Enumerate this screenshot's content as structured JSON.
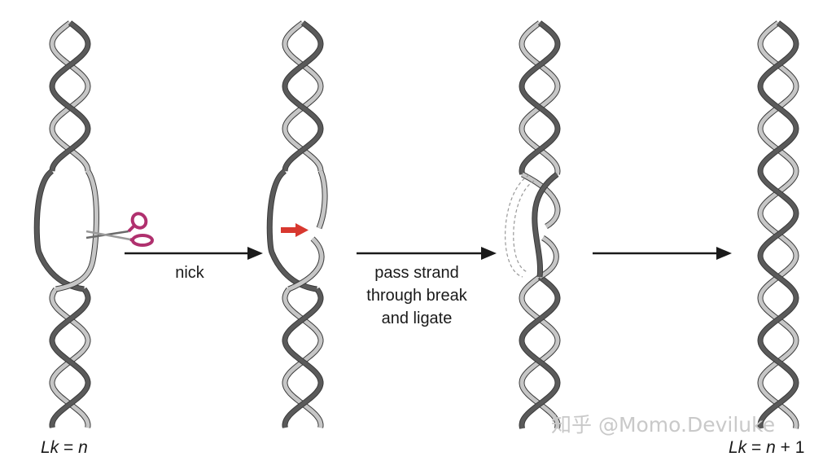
{
  "steps": [
    {
      "label": "nick"
    },
    {
      "lines": [
        "pass strand",
        "through break",
        "and ligate"
      ]
    },
    {
      "label": ""
    }
  ],
  "start_label": {
    "symbol": "Lk",
    "eq": " = ",
    "var": "n",
    "suffix": ""
  },
  "end_label": {
    "symbol": "Lk",
    "eq": " = ",
    "var": "n",
    "suffix": " + 1"
  },
  "watermark": "知乎 @Momo.Deviluke",
  "colors": {
    "dark_strand": "#5a5a5a",
    "light_strand": "#c6c6c6",
    "strand_outline": "#3a3a3a",
    "nick_arrow": "#d8382f",
    "scissors": "#b0306e",
    "arrow": "#1a1a1a",
    "text": "#1a1a1a",
    "watermark": "#c9c9c9"
  },
  "icons": [
    "scissors-icon",
    "nick-pointer-arrow-icon"
  ]
}
